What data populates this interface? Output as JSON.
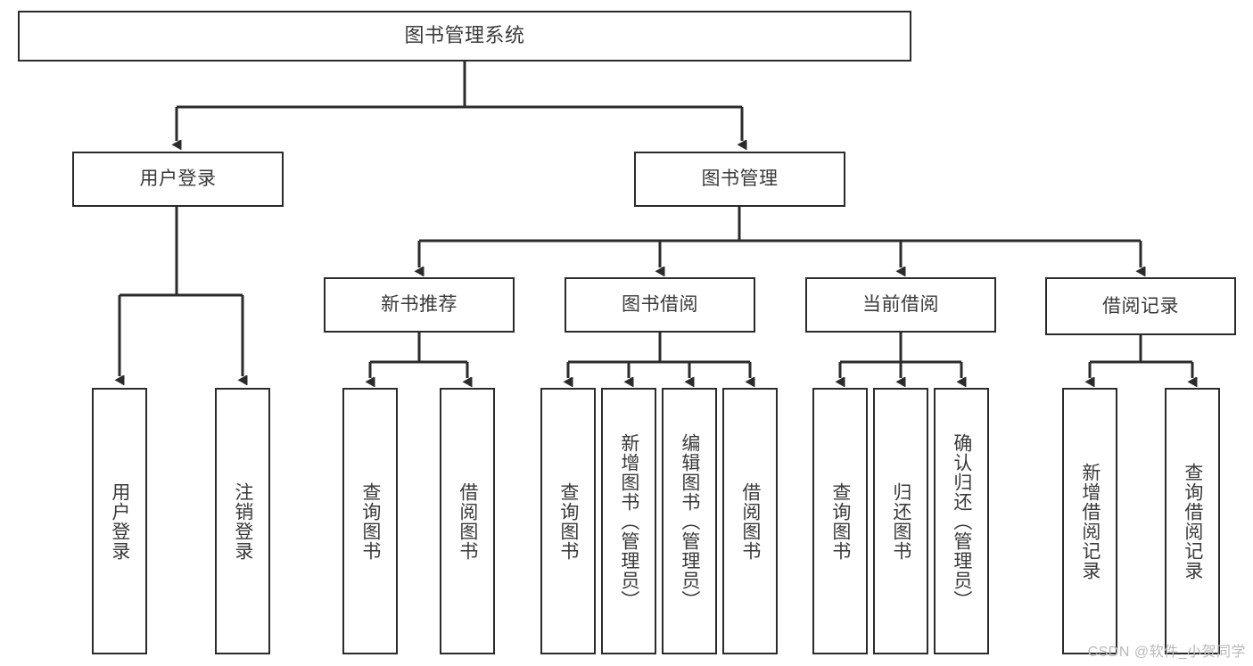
{
  "diagram": {
    "title": "图书管理系统",
    "watermark": "CSDN @软件_小贺同学",
    "line_color": "#2b2b2b",
    "text_color": "#3a3a3a",
    "background": "#ffffff",
    "root": {
      "label": "图书管理系统"
    },
    "level2": {
      "user_login": {
        "label": "用户登录"
      },
      "book_manage": {
        "label": "图书管理"
      }
    },
    "level3": {
      "new_book_rec": {
        "label": "新书推荐"
      },
      "book_borrow": {
        "label": "图书借阅"
      },
      "current_borrow": {
        "label": "当前借阅"
      },
      "borrow_record": {
        "label": "借阅记录"
      }
    },
    "leaves": {
      "user_login": [
        {
          "label": "用户登录"
        },
        {
          "label": "注销登录"
        }
      ],
      "new_book_rec": [
        {
          "label": "查询图书"
        },
        {
          "label": "借阅图书"
        }
      ],
      "book_borrow": [
        {
          "label": "查询图书"
        },
        {
          "label": "新增图书（管理员）"
        },
        {
          "label": "编辑图书（管理员）"
        },
        {
          "label": "借阅图书"
        }
      ],
      "current_borrow": [
        {
          "label": "查询图书"
        },
        {
          "label": "归还图书"
        },
        {
          "label": "确认归还（管理员）"
        }
      ],
      "borrow_record": [
        {
          "label": "新增借阅记录"
        },
        {
          "label": "查询借阅记录"
        }
      ]
    }
  }
}
